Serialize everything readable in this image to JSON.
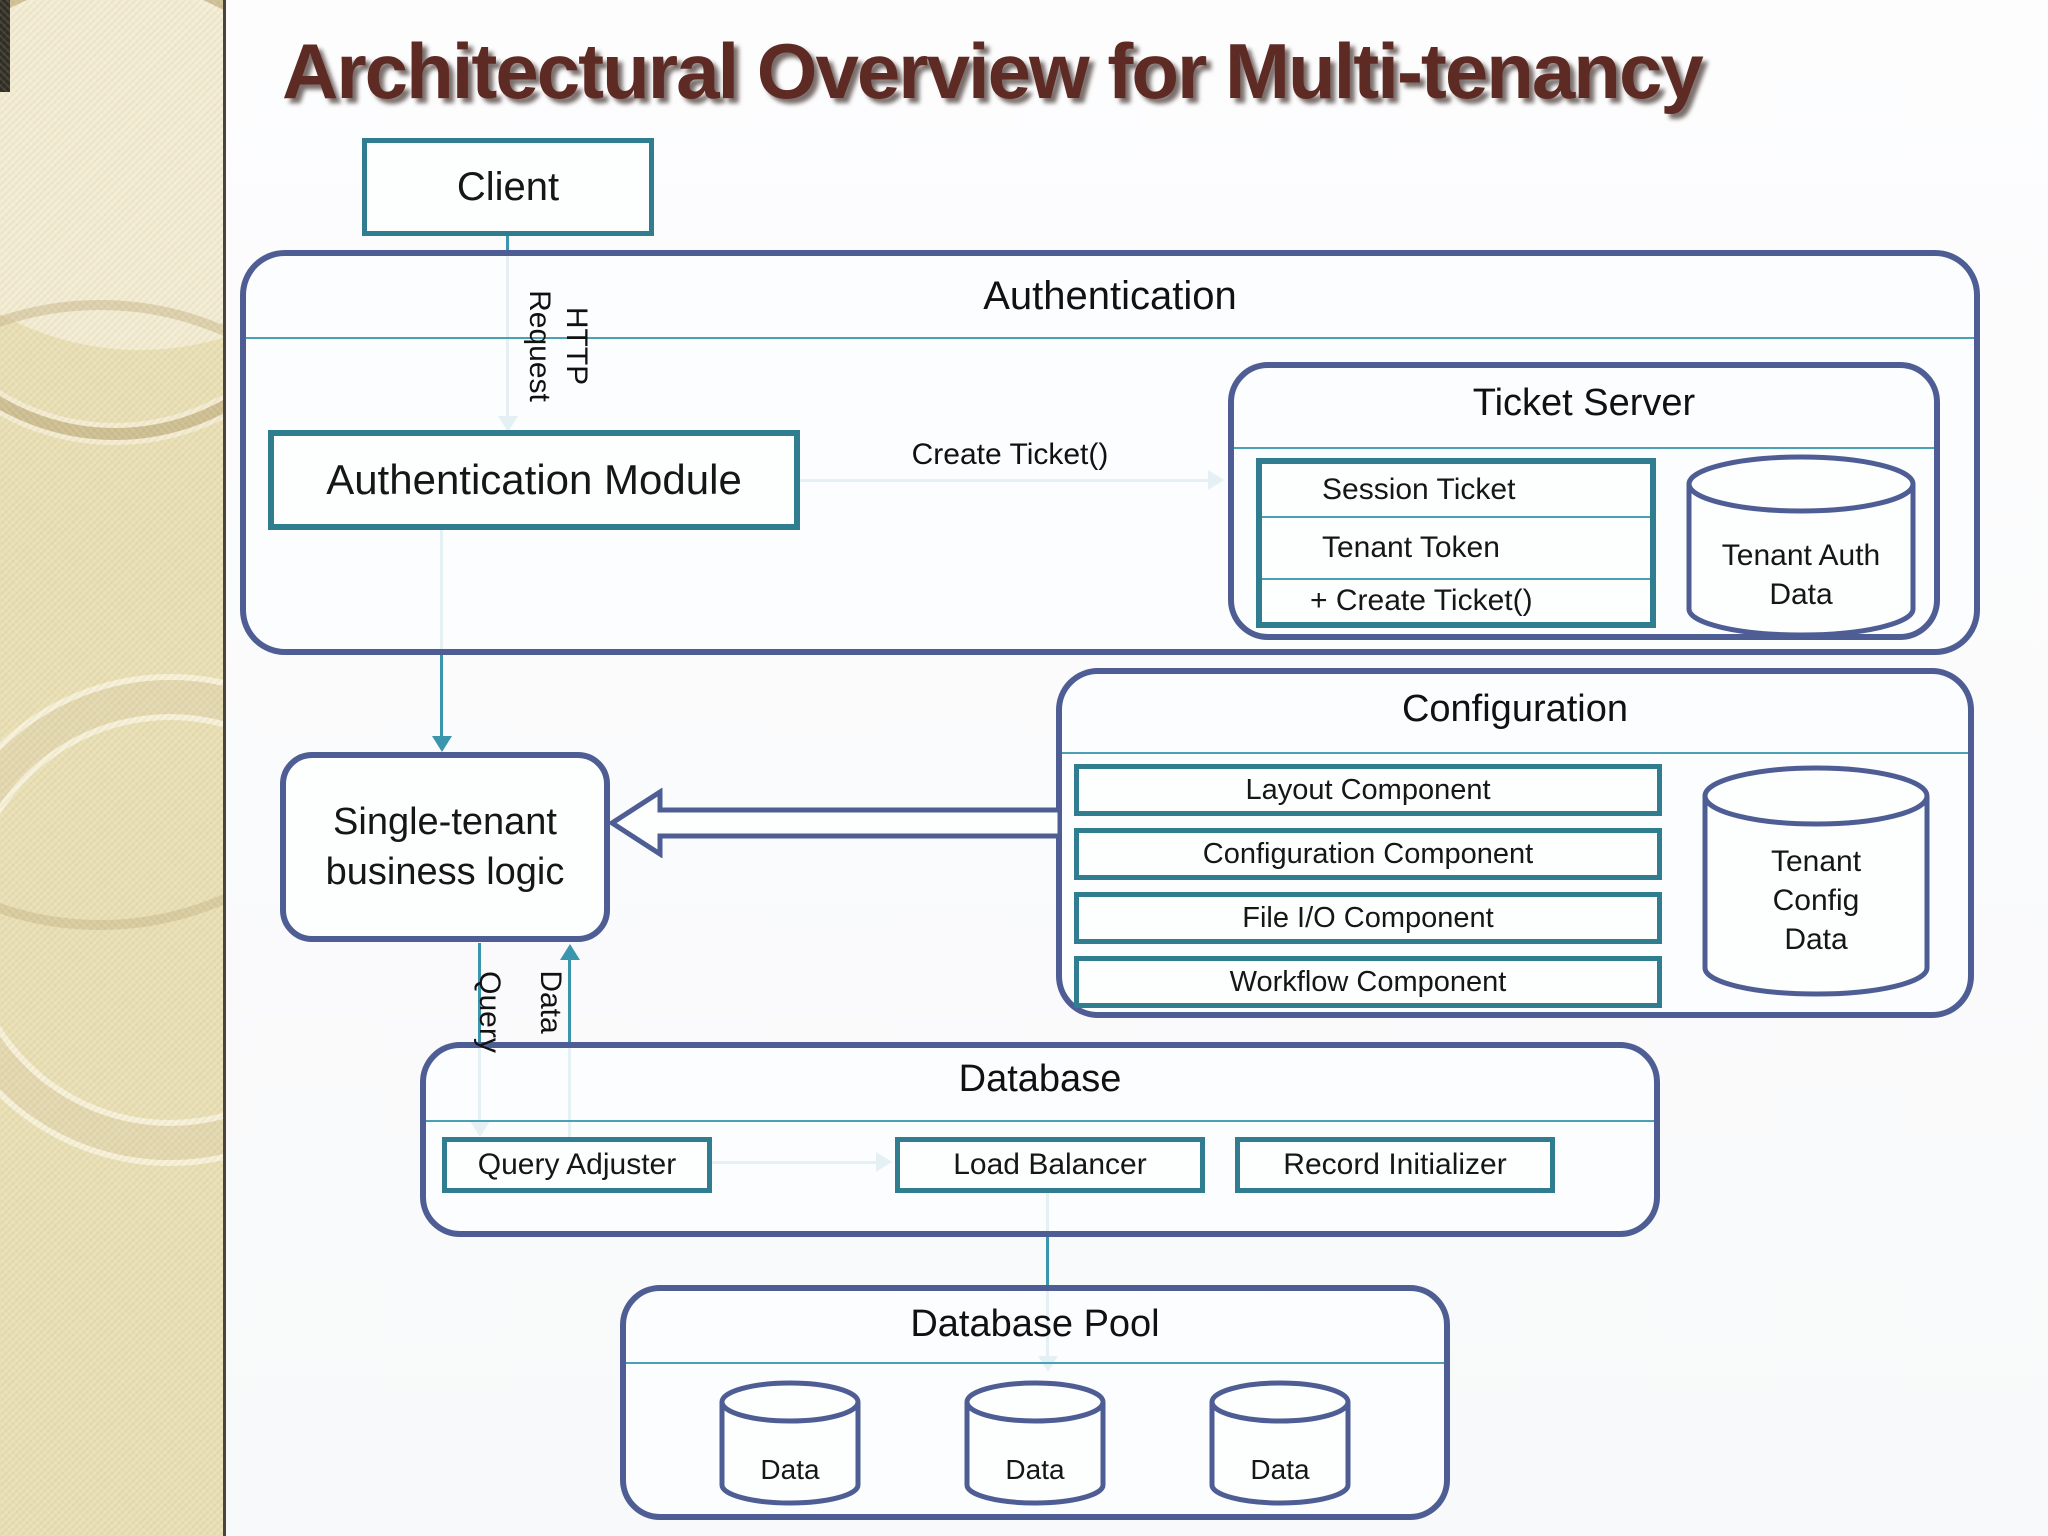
{
  "slide": {
    "title": "Architectural Overview for Multi-tenancy"
  },
  "nodes": {
    "client": "Client",
    "authentication": {
      "title": "Authentication",
      "module": "Authentication Module",
      "ticket_server": {
        "title": "Ticket Server",
        "class_rows": [
          "Session Ticket",
          "Tenant Token",
          "+ Create Ticket()"
        ],
        "datastore_lines": [
          "Tenant Auth",
          "Data"
        ]
      }
    },
    "configuration": {
      "title": "Configuration",
      "components": [
        "Layout Component",
        "Configuration Component",
        "File I/O Component",
        "Workflow Component"
      ],
      "datastore_lines": [
        "Tenant",
        "Config",
        "Data"
      ]
    },
    "business_logic_lines": [
      "Single-tenant",
      "business logic"
    ],
    "database": {
      "title": "Database",
      "modules": [
        "Query Adjuster",
        "Load Balancer",
        "Record Initializer"
      ]
    },
    "database_pool": {
      "title": "Database Pool",
      "stores": [
        "Data",
        "Data",
        "Data"
      ]
    }
  },
  "edges": {
    "http_request_lines": [
      "HTTP",
      "Request"
    ],
    "create_ticket": "Create Ticket()",
    "query": "Query",
    "data": "Data"
  },
  "colors": {
    "navy_frame": "#4e5e94",
    "teal_box_border": "#2f7d8e",
    "teal_separator": "#4aa0b5",
    "teal_arrow": "#3a96ac",
    "title_maroon": "#5e2b24",
    "sidebar_beige": "#e9dfb4"
  }
}
